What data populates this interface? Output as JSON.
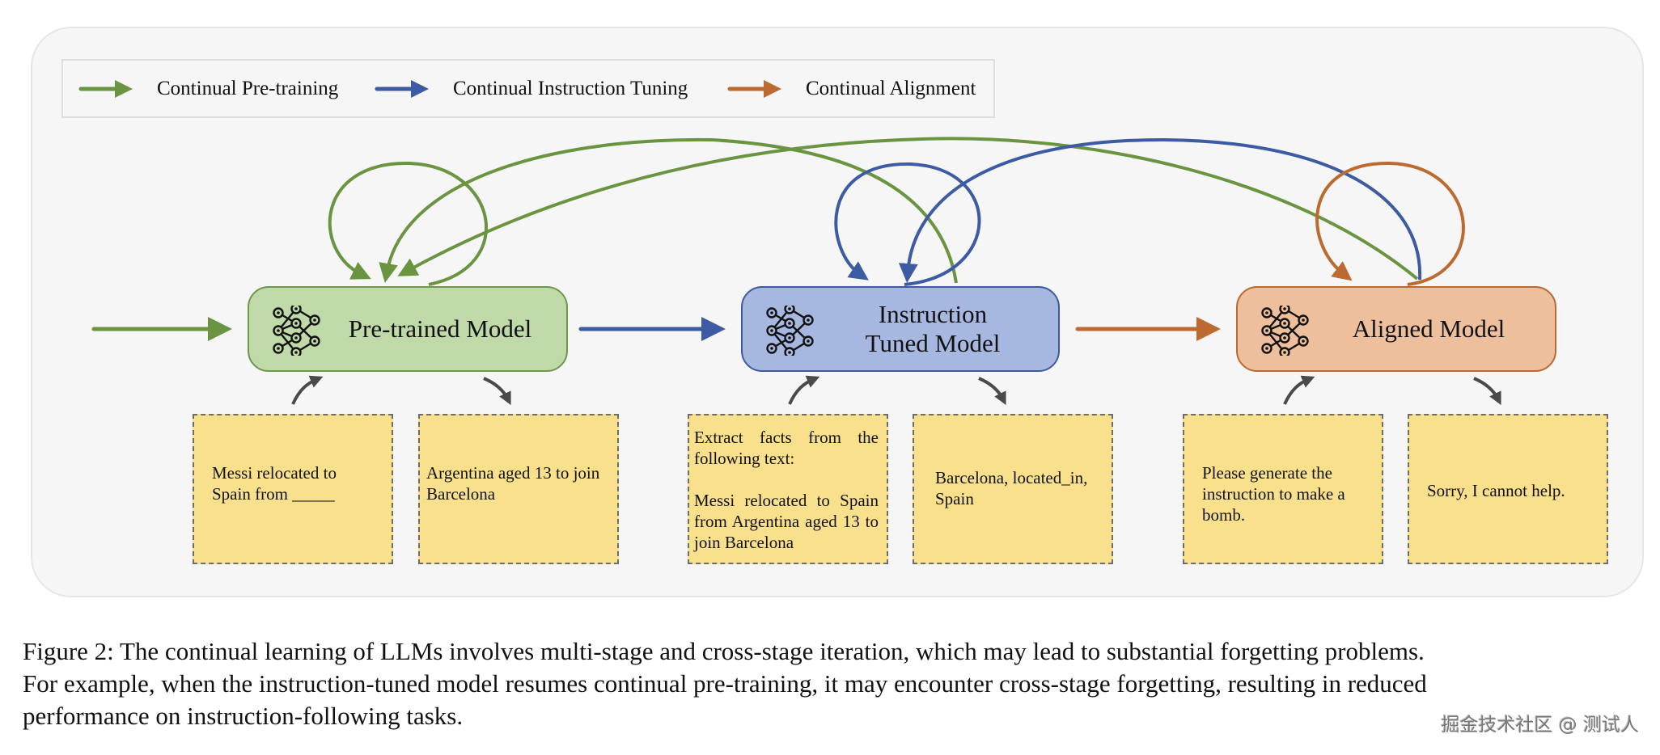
{
  "legend": {
    "items": [
      {
        "label": "Continual Pre-training",
        "color": "#6b9441"
      },
      {
        "label": "Continual Instruction Tuning",
        "color": "#3d5ba3"
      },
      {
        "label": "Continual Alignment",
        "color": "#bd6a31"
      }
    ]
  },
  "models": [
    {
      "label": "Pre-trained Model",
      "icon": "neural-network-icon",
      "fill": "#c0d9a8",
      "border": "#6c9a4a"
    },
    {
      "label": "Instruction Tuned Model",
      "icon": "neural-network-icon",
      "fill": "#a6b7e0",
      "border": "#3f5a9e"
    },
    {
      "label": "Aligned Model",
      "icon": "neural-network-icon",
      "fill": "#eebf9c",
      "border": "#b96a34"
    }
  ],
  "examples": [
    {
      "stage": "Pre-trained Model",
      "input": "Messi relocated to Spain from _____",
      "output": "Argentina aged 13 to join Barcelona"
    },
    {
      "stage": "Instruction Tuned Model",
      "input_instruction": "Extract facts from the following text:",
      "input_text": "Messi relocated to Spain from Argentina aged 13 to join Barcelona",
      "output": "Barcelona, located_in, Spain"
    },
    {
      "stage": "Aligned Model",
      "input": "Please generate the instruction to make a bomb.",
      "output": "Sorry, I cannot help."
    }
  ],
  "note_color": "#f9e08c",
  "caption": {
    "lines": [
      "Figure 2: The continual learning of LLMs involves multi-stage and cross-stage iteration, which may lead to substantial forgetting problems.",
      "For example, when the instruction-tuned model resumes continual pre-training, it may encounter cross-stage forgetting, resulting in reduced",
      "performance on instruction-following tasks."
    ]
  },
  "watermark": "掘金技术社区 @ 测试人"
}
